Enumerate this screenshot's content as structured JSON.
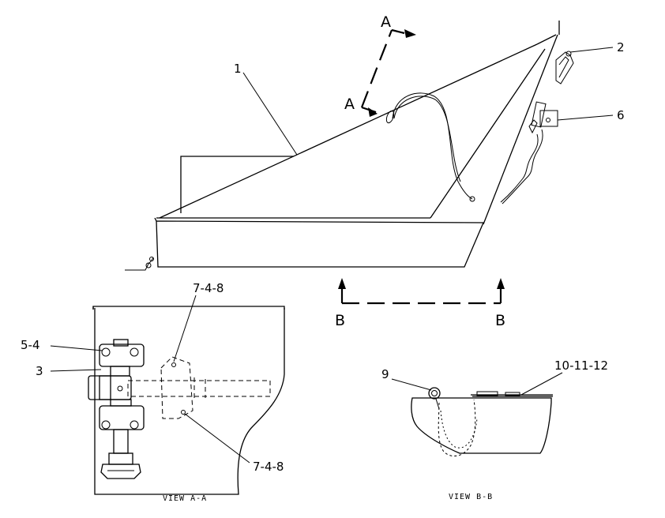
{
  "callouts": {
    "c1": "1",
    "c2": "2",
    "c6": "6",
    "c3": "3",
    "c54": "5-4",
    "c748_top": "7-4-8",
    "c748_bottom": "7-4-8",
    "c9": "9",
    "c101112": "10-11-12"
  },
  "section_markers": {
    "a_top": "A",
    "a_left": "A",
    "b_left": "B",
    "b_right": "B"
  },
  "views": {
    "view_aa": "VIEW A-A",
    "view_bb": "VIEW B-B"
  }
}
